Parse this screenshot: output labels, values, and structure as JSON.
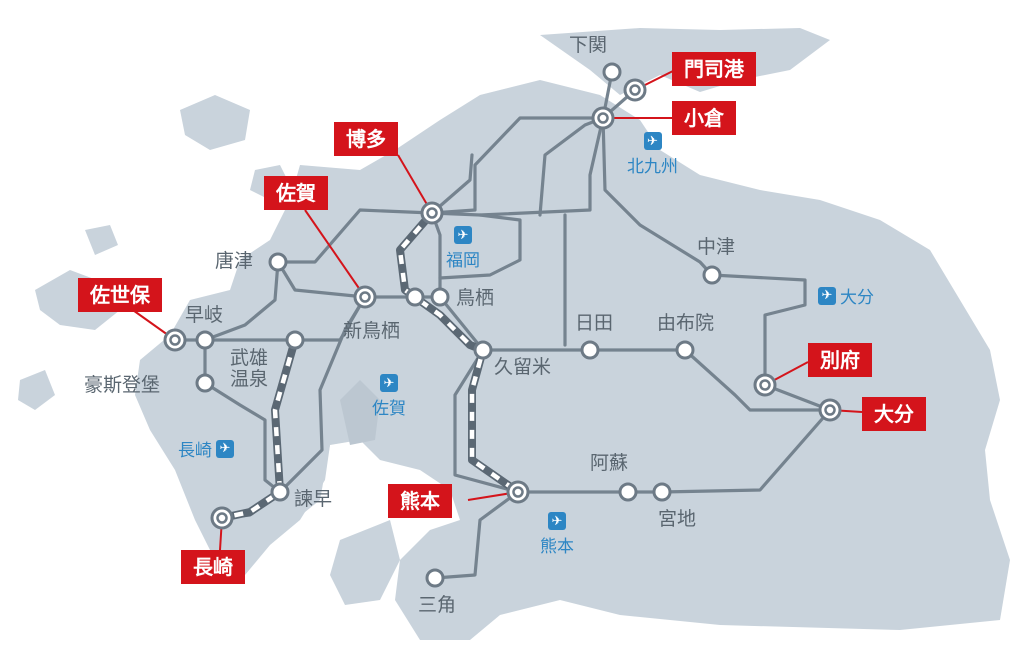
{
  "stations": {
    "shimonoseki": "下関",
    "karatsu": "唐津",
    "iki": "早岐",
    "takeo": "武雄温泉",
    "haiki": "豪斯登堡",
    "isahaya": "諫早",
    "shintosu": "新鳥栖",
    "tosu": "鳥栖",
    "kurume": "久留米",
    "hita": "日田",
    "yufuin": "由布院",
    "nakatsu": "中津",
    "aso": "阿蘇",
    "miyaji": "宮地",
    "misumi": "三角"
  },
  "major": {
    "mojiko": "門司港",
    "kokura": "小倉",
    "hakata": "博多",
    "saga": "佐賀",
    "sasebo": "佐世保",
    "nagasaki": "長崎",
    "kumamoto": "熊本",
    "beppu": "別府",
    "oita": "大分"
  },
  "airports": {
    "kitakyushu": "北九州",
    "fukuoka": "福岡",
    "saga": "佐賀",
    "nagasaki": "長崎",
    "kumamoto": "熊本",
    "oita": "大分"
  },
  "icons": {
    "airport": "airplane-icon"
  },
  "colors": {
    "tag": "#d4141b",
    "airport": "#2d86c4",
    "route": "#75838f",
    "land": "#c9d3dc"
  }
}
